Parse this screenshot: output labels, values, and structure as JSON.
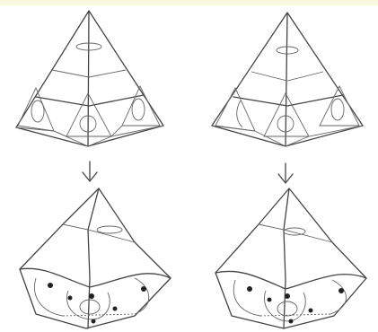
{
  "figure": {
    "panels": [
      {
        "id": "top-left",
        "state": "unfolded",
        "bead_marks": false
      },
      {
        "id": "top-right",
        "state": "unfolded",
        "bead_marks": false
      },
      {
        "id": "bottom-left",
        "state": "folded",
        "bead_marks": true
      },
      {
        "id": "bottom-right",
        "state": "folded",
        "bead_marks": true
      }
    ],
    "arrows": [
      {
        "from": "top-left",
        "to": "bottom-left",
        "icon": "down-arrow-icon"
      },
      {
        "from": "top-right",
        "to": "bottom-right",
        "icon": "down-arrow-icon"
      }
    ],
    "colors": {
      "line": "#444444",
      "background": "#ffffff",
      "corner_tint": "#f6f7cf",
      "ink": "#222222"
    }
  }
}
